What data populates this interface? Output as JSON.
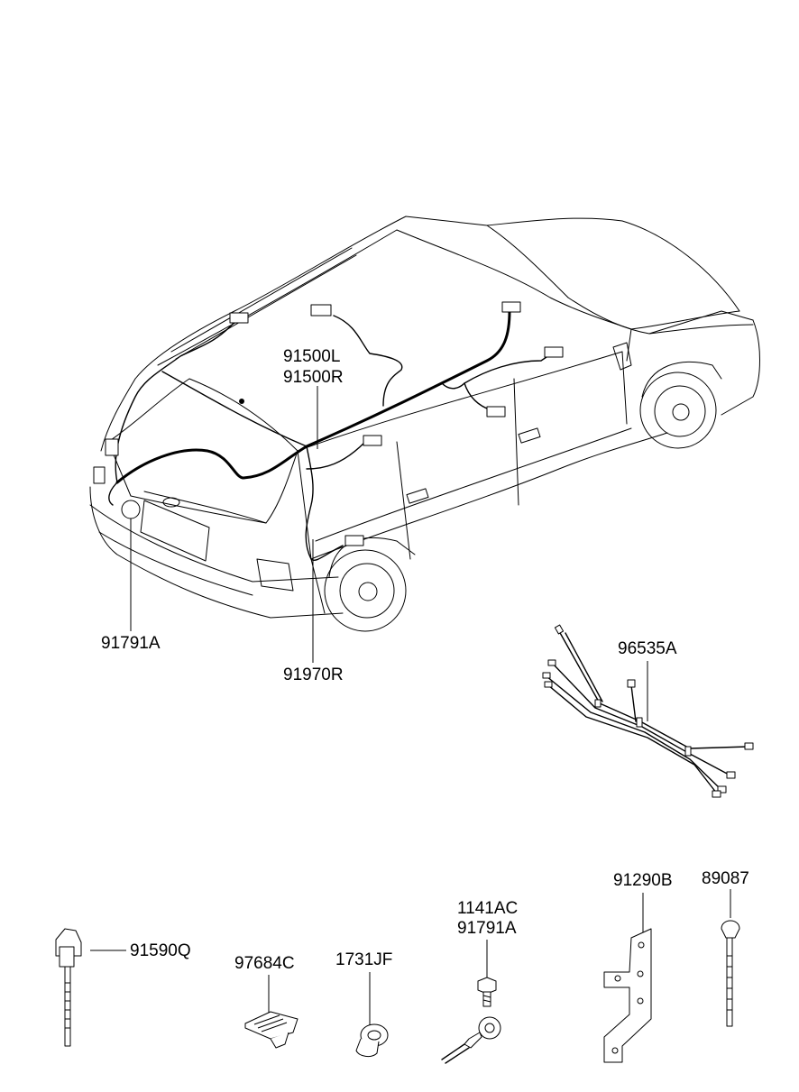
{
  "labels": {
    "l_91500L": "91500L",
    "l_91500R": "91500R",
    "l_91791A_main": "91791A",
    "l_91970R": "91970R",
    "l_96535A": "96535A",
    "l_91290B": "91290B",
    "l_89087": "89087",
    "l_1141AC": "1141AC",
    "l_91791A_small": "91791A",
    "l_91590Q": "91590Q",
    "l_97684C": "97684C",
    "l_1731JF": "1731JF"
  }
}
